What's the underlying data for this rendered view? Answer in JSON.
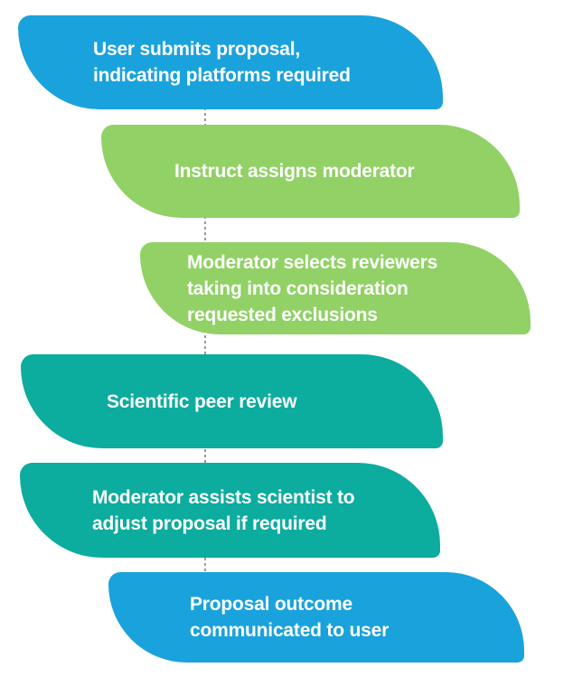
{
  "diagram": {
    "type": "flow-diagram",
    "background_color": "#ffffff",
    "text_color": "#ffffff",
    "connector_color": "#9a9a9a",
    "connector_style": "dashed-vertical",
    "colors": {
      "blue": "#1AA2DC",
      "green": "#91D166",
      "teal": "#0CAC9E"
    },
    "steps": [
      {
        "name": "user-submits-proposal",
        "color": "blue",
        "lines": [
          "User submits proposal,",
          "indicating platforms required"
        ]
      },
      {
        "name": "instruct-assigns-moderator",
        "color": "green",
        "lines": [
          "Instruct assigns moderator"
        ]
      },
      {
        "name": "moderator-selects-reviewers",
        "color": "green",
        "lines": [
          "Moderator selects reviewers",
          "taking into consideration",
          "requested exclusions"
        ]
      },
      {
        "name": "scientific-peer-review",
        "color": "teal",
        "lines": [
          "Scientific peer review"
        ]
      },
      {
        "name": "moderator-assists-scientist",
        "color": "teal",
        "lines": [
          "Moderator assists scientist to",
          "adjust proposal if required"
        ]
      },
      {
        "name": "proposal-outcome-communicated",
        "color": "blue",
        "lines": [
          "Proposal outcome",
          "communicated to user"
        ]
      }
    ]
  }
}
